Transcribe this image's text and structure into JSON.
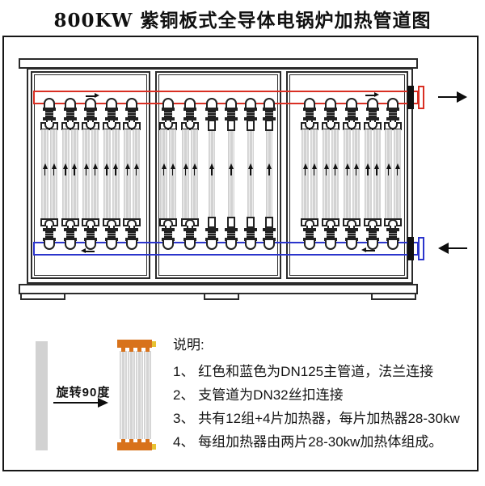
{
  "title": "800KW 紫铜板式全导体电锅炉加热管道图",
  "boiler": {
    "sections": [
      {
        "double_heaters": 5,
        "single_heaters": 0
      },
      {
        "double_heaters": 2,
        "single_heaters": 4
      },
      {
        "double_heaters": 5,
        "single_heaters": 0
      }
    ],
    "supply_pipe": {
      "color": "#d92f23",
      "flow": "out-right"
    },
    "return_pipe": {
      "color": "#2b35cc",
      "flow": "in-left"
    },
    "tube_color": "#d4d4d4"
  },
  "legend": {
    "rotate_label": "旋转90度",
    "notes_title": "说明:",
    "notes": [
      "1、 红色和蓝色为DN125主管道，法兰连接",
      "2、 支管道为DN32丝扣连接",
      "3、 共有12组+4片加热器，每片加热器28-30kw",
      "4、 每组加热器由两片28-30kw加热体组成。"
    ],
    "heater_header_color": "#d8721b",
    "heater_tab_color": "#e8c232"
  }
}
